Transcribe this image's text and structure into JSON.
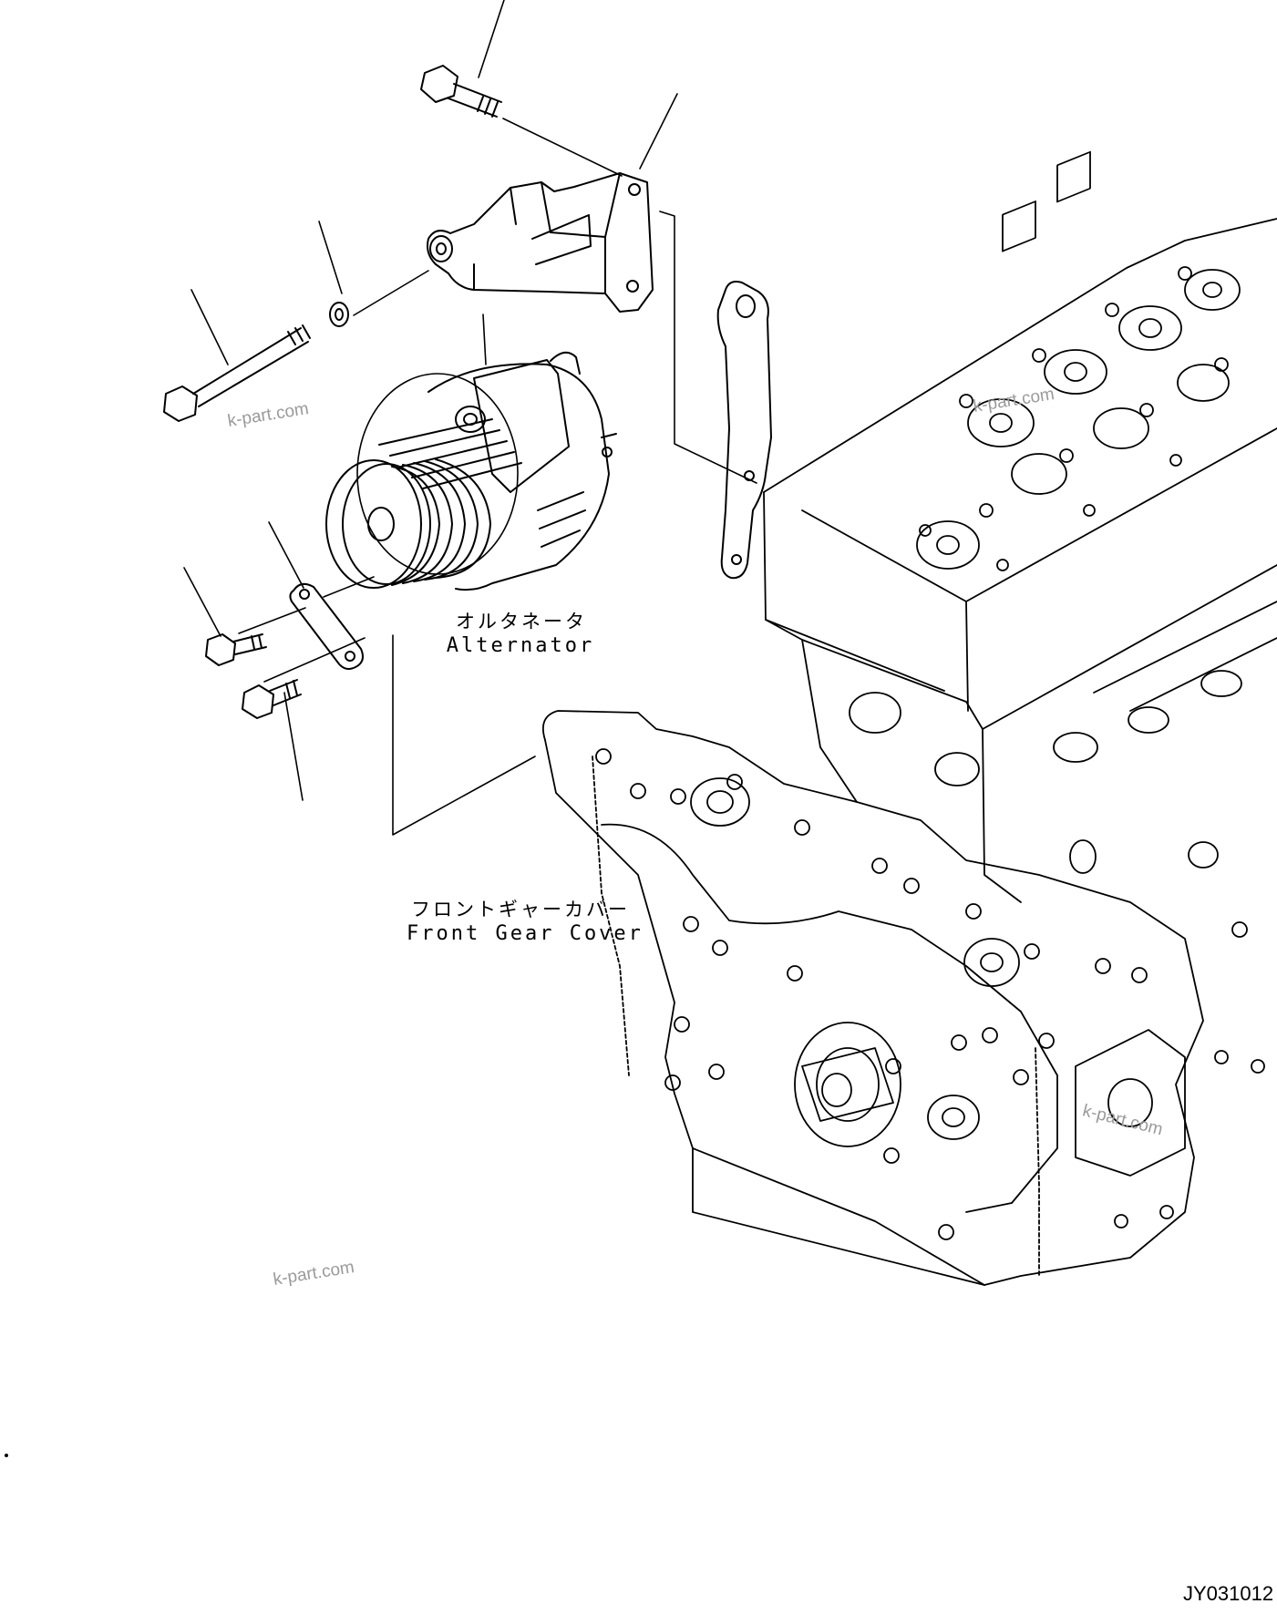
{
  "labels": {
    "alternator_ja": "オルタネータ",
    "alternator_en": "Alternator",
    "gear_cover_ja": "フロントギャーカバー",
    "gear_cover_en": "Front Gear Cover"
  },
  "watermark": "k-part.com",
  "figure_code": "JY031012"
}
